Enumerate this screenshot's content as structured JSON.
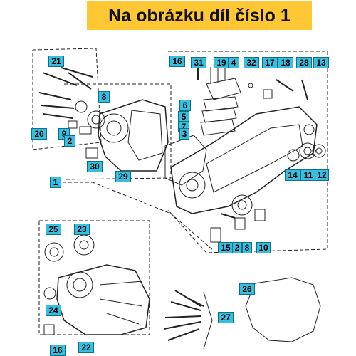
{
  "header": {
    "title": "Na obrázku díl číslo 1"
  },
  "colors": {
    "banner": "#fec733",
    "callout_fill": "#38bfe0",
    "callout_border": "#0d6f88",
    "line": "#222222"
  },
  "callouts": [
    "21",
    "20",
    "9",
    "8",
    "2",
    "30",
    "29",
    "1",
    "16",
    "31",
    "19",
    "4",
    "32",
    "17",
    "18",
    "28",
    "13",
    "6",
    "5",
    "7",
    "3",
    "14",
    "11",
    "12",
    "15",
    "2",
    "8",
    "10",
    "25",
    "23",
    "24",
    "16",
    "22",
    "26",
    "27"
  ]
}
